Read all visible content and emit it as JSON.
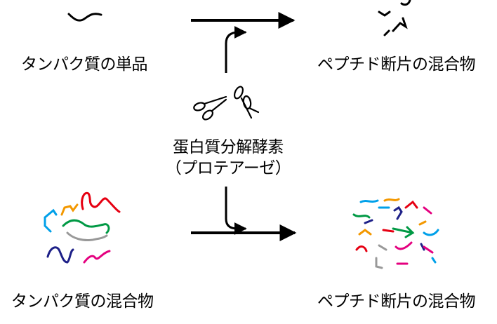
{
  "labels": {
    "single_protein": "タンパク質の単品",
    "peptide_mix_top": "ペプチド断片の混合物",
    "enzyme_name": "蛋白質分解酵素",
    "enzyme_alias": "（プロテアーゼ）",
    "protein_mix": "タンパク質の混合物",
    "peptide_mix_bottom": "ペプチド断片の混合物"
  },
  "icons": {
    "enzyme": "scissors-icon"
  },
  "colors": {
    "line": "#000000",
    "strands": [
      "#00a0e9",
      "#f39800",
      "#e60012",
      "#009944",
      "#999999",
      "#1d2088",
      "#e4007f"
    ]
  }
}
